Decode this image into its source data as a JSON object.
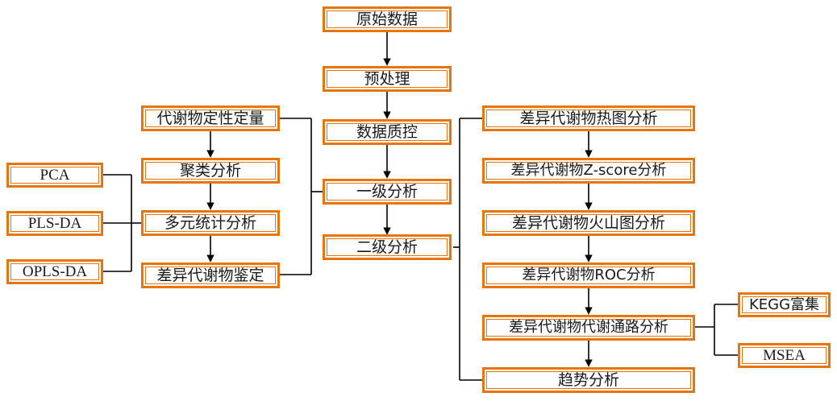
{
  "diagram": {
    "title": "metabolomics-analysis-workflow",
    "accent_color": "#E8740C",
    "line_color": "#000000",
    "text_color": "#1a1a1a",
    "background": "#ffffff"
  },
  "center_column": {
    "nodes": [
      {
        "id": "raw-data",
        "label": "原始数据"
      },
      {
        "id": "preprocessing",
        "label": "预处理"
      },
      {
        "id": "data-qc",
        "label": "数据质控"
      },
      {
        "id": "primary-analysis",
        "label": "一级分析"
      },
      {
        "id": "secondary-analysis",
        "label": "二级分析"
      }
    ]
  },
  "left_column": {
    "nodes": [
      {
        "id": "metabolite-qualitative-quantitative",
        "label": "代谢物定性定量"
      },
      {
        "id": "cluster-analysis",
        "label": "聚类分析"
      },
      {
        "id": "multivariate-statistics",
        "label": "多元统计分析"
      },
      {
        "id": "differential-metabolite-identification",
        "label": "差异代谢物鉴定"
      }
    ]
  },
  "far_left_column": {
    "nodes": [
      {
        "id": "pca",
        "label": "PCA"
      },
      {
        "id": "pls-da",
        "label": "PLS-DA"
      },
      {
        "id": "opls-da",
        "label": "OPLS-DA"
      }
    ]
  },
  "right_column": {
    "nodes": [
      {
        "id": "heatmap-analysis",
        "label": "差异代谢物热图分析"
      },
      {
        "id": "zscore-analysis",
        "label": "差异代谢物Z-score分析"
      },
      {
        "id": "volcano-analysis",
        "label": "差异代谢物火山图分析"
      },
      {
        "id": "roc-analysis",
        "label": "差异代谢物ROC分析"
      },
      {
        "id": "pathway-analysis",
        "label": "差异代谢物代谢通路分析"
      },
      {
        "id": "trend-analysis",
        "label": "趋势分析"
      }
    ]
  },
  "far_right_column": {
    "nodes": [
      {
        "id": "kegg-enrichment",
        "label": "KEGG富集"
      },
      {
        "id": "msea",
        "label": "MSEA"
      }
    ]
  }
}
